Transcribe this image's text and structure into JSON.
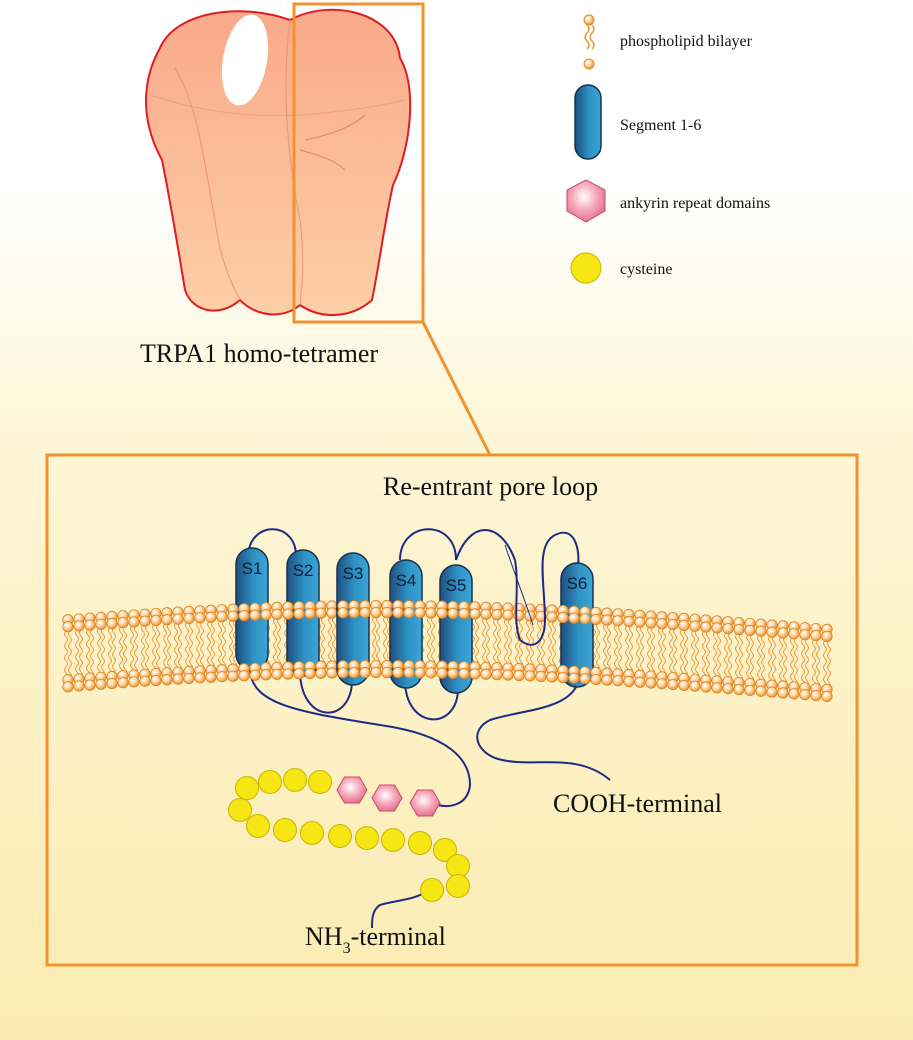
{
  "title": "TRPA1 homo-tetramer",
  "legend": {
    "items": [
      {
        "icon": "phospholipid-icon",
        "label": "phospholipid bilayer"
      },
      {
        "icon": "segment-icon",
        "label": "Segment 1-6"
      },
      {
        "icon": "hexagon-icon",
        "label": "ankyrin repeat domains"
      },
      {
        "icon": "cysteine-icon",
        "label": "cysteine"
      }
    ]
  },
  "labels": {
    "pore_loop": "Re-entrant pore loop",
    "cooh": "COOH-terminal",
    "nh_main": "NH",
    "nh_sub": "3",
    "nh_rest": "-terminal"
  },
  "segments": [
    "S1",
    "S2",
    "S3",
    "S4",
    "S5",
    "S6"
  ],
  "colors": {
    "accent_orange": "#F0922E",
    "segment_blue": "#2E8FC0",
    "segment_dark": "#1A3F66",
    "ankyrin_pink": "#F08CA6",
    "cysteine_yellow": "#F6E714",
    "chain_navy": "#1E2A86",
    "protein_fill": "#F9B08C",
    "protein_stroke": "#E01C24"
  }
}
